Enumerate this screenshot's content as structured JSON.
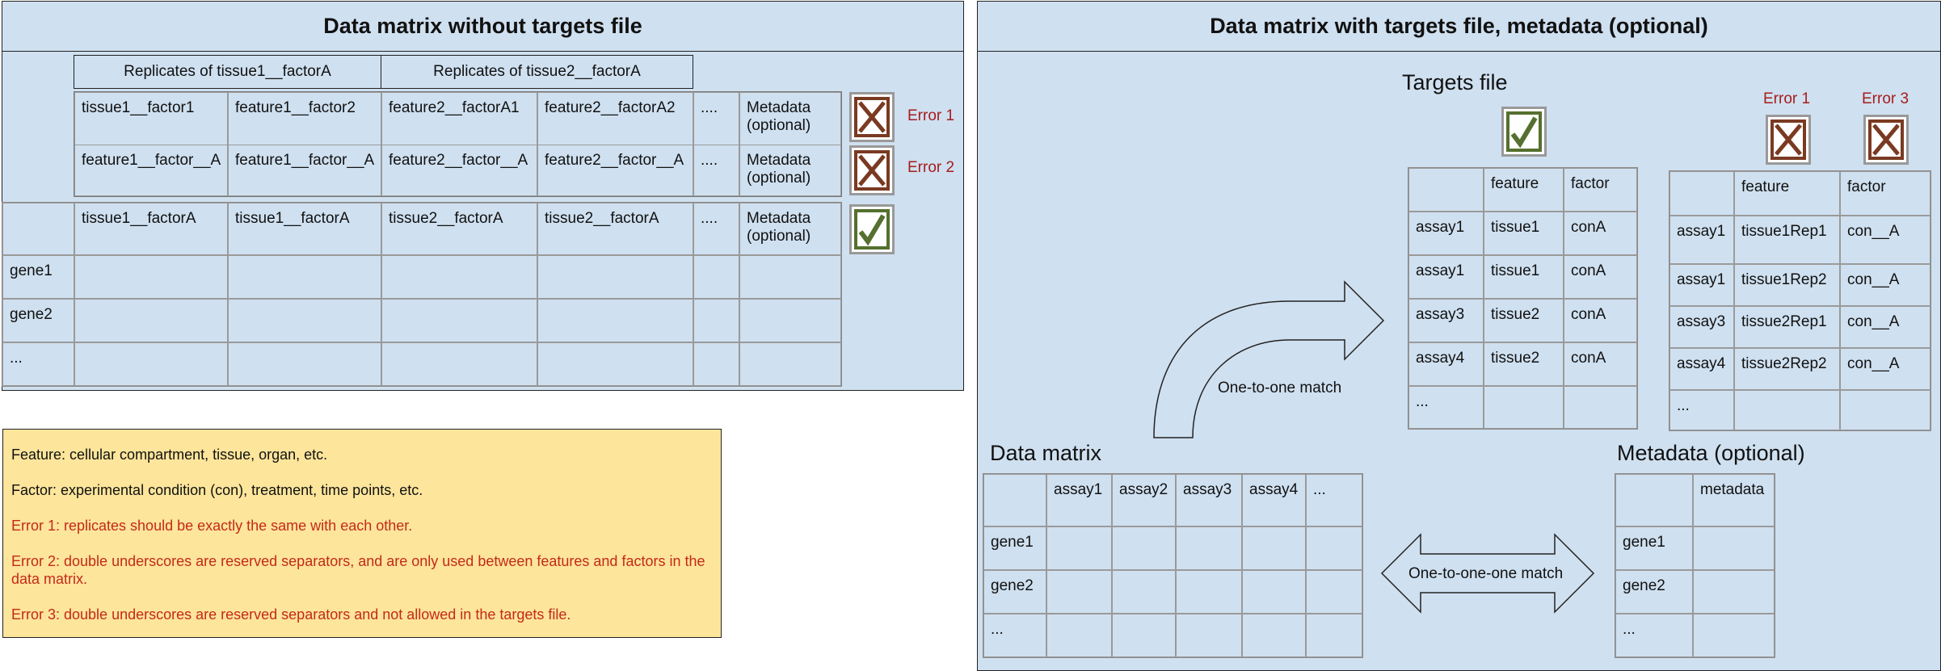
{
  "left_panel": {
    "title": "Data matrix without targets file",
    "replicate_headers": [
      "Replicates of tissue1__factorA",
      "Replicates of tissue2__factorA"
    ],
    "error_row1": [
      "tissue1__factor1",
      "feature1__factor2",
      "feature2__factorA1",
      "feature2__factorA2",
      "....",
      "Metadata (optional)"
    ],
    "error_row2": [
      "feature1__factor__A",
      "feature1__factor__A",
      "feature2__factor__A",
      "feature2__factor__A",
      "....",
      "Metadata (optional)"
    ],
    "correct_row": [
      "tissue1__factorA",
      "tissue1__factorA",
      "tissue2__factorA",
      "tissue2__factorA",
      "....",
      "Metadata (optional)"
    ],
    "row_labels": [
      "gene1",
      "gene2",
      "..."
    ],
    "error1_label": "Error 1",
    "error2_label": "Error 2"
  },
  "legend": {
    "feature": "Feature: cellular compartment, tissue, organ, etc.",
    "factor": "Factor: experimental condition (con), treatment, time points, etc.",
    "error1": "Error 1: replicates should be exactly the same with each other.",
    "error2": "Error 2: double underscores are reserved separators, and are only used between features and factors in the data matrix.",
    "error3": "Error 3: double underscores are reserved separators and not allowed in the targets file."
  },
  "right_panel": {
    "title": "Data matrix with targets file, metadata (optional)",
    "targets_label": "Targets file",
    "targets_correct": {
      "headers": [
        "",
        "feature",
        "factor"
      ],
      "rows": [
        [
          "assay1",
          "tissue1",
          "conA"
        ],
        [
          "assay1",
          "tissue1",
          "conA"
        ],
        [
          "assay3",
          "tissue2",
          "conA"
        ],
        [
          "assay4",
          "tissue2",
          "conA"
        ],
        [
          "...",
          "",
          ""
        ]
      ]
    },
    "targets_error": {
      "headers": [
        "",
        "feature",
        "factor"
      ],
      "rows": [
        [
          "assay1",
          "tissue1Rep1",
          "con__A"
        ],
        [
          "assay1",
          "tissue1Rep2",
          "con__A"
        ],
        [
          "assay3",
          "tissue2Rep1",
          "con__A"
        ],
        [
          "assay4",
          "tissue2Rep2",
          "con__A"
        ],
        [
          "...",
          "",
          ""
        ]
      ]
    },
    "error1_label": "Error 1",
    "error3_label": "Error 3",
    "curved_arrow_label": "One-to-one match",
    "double_arrow_label": "One-to-one-one match",
    "data_matrix_label": "Data matrix",
    "data_matrix": {
      "headers": [
        "",
        "assay1",
        "assay2",
        "assay3",
        "assay4",
        "..."
      ],
      "row_labels": [
        "gene1",
        "gene2",
        "..."
      ]
    },
    "metadata_label": "Metadata (optional)",
    "metadata": {
      "headers": [
        "",
        "metadata"
      ],
      "row_labels": [
        "gene1",
        "gene2",
        "..."
      ]
    }
  },
  "colors": {
    "panel": "#cfe0f0",
    "note": "#fde59b",
    "error_text": "#a61c1c",
    "cross": "#7a3a22",
    "check": "#55702f"
  }
}
